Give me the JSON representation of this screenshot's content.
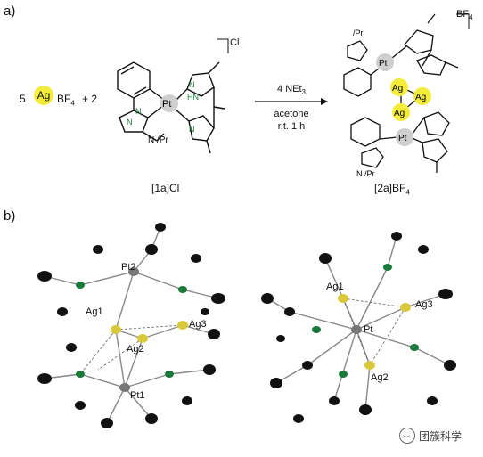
{
  "panel_a": {
    "label": "a)",
    "reactant_coeff_1": "5",
    "ag": "Ag",
    "bf4": "BF",
    "bf4_sub": "4",
    "plus_coeff": "+ 2",
    "complex1_label": "[1a]Cl",
    "complex1_counterion": "Cl",
    "ipr": "iPr",
    "pt": "Pt",
    "hn": "HN",
    "n": "N",
    "conditions_top": "4 NEt",
    "conditions_top_sub": "3",
    "conditions_solvent": "acetone",
    "conditions_time": "r.t. 1 h",
    "product_label": "[2a]BF",
    "product_label_sub": "4",
    "product_counterion": "BF",
    "product_counterion_sub": "4"
  },
  "panel_b": {
    "label": "b)",
    "left_labels": [
      "Pt2",
      "Ag1",
      "Ag2",
      "Ag3",
      "Pt1"
    ],
    "right_labels": [
      "Ag1",
      "Ag3",
      "Pt",
      "Ag2"
    ]
  },
  "watermark": {
    "text": "团簇科学"
  },
  "colors": {
    "ag_highlight": "#f4ec3a",
    "pt_highlight": "#cfcfcf",
    "nitrogen": "#1a7a3a",
    "atom_black": "#111111",
    "ag_atom": "#d9c83a"
  }
}
